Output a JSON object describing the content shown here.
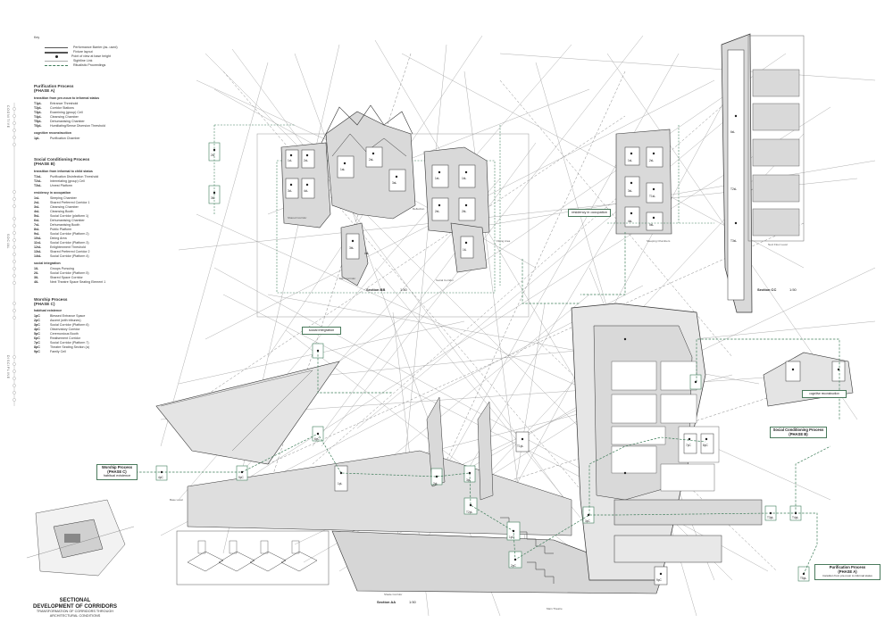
{
  "legend": {
    "heading": "Key",
    "keys": [
      "Performance Barrier (as- used)",
      "Fixture layout",
      "Point of view at base height",
      "Sightline Link",
      "Ritualistic Proceedings"
    ],
    "phase_a": {
      "title": "Purification Process",
      "subtitle": "(PHASE A)",
      "note": "transition from pre-noun to informal status",
      "items": [
        {
          "code": "T1pL",
          "label": "Entrance Threshold"
        },
        {
          "code": "T2pL",
          "label": "Corridor Stations"
        },
        {
          "code": "T3pL",
          "label": "Examining (group) Cell"
        },
        {
          "code": "T4pL",
          "label": "Cleansing Chamber"
        },
        {
          "code": "T5pL",
          "label": "Dehumanising Chamber"
        },
        {
          "code": "T6pL",
          "label": "Humiliating/Sense Diversion Threshold"
        }
      ],
      "sub2": "cognitive reconstruction",
      "items2": [
        {
          "code": "1pL",
          "label": "Purification Chamber"
        }
      ]
    },
    "phase_b": {
      "title": "Social Conditioning Process",
      "subtitle": "(PHASE B)",
      "note": "transition from informal to child status",
      "items": [
        {
          "code": "T1sL",
          "label": "Purification Disinfection Threshold"
        },
        {
          "code": "T2sL",
          "label": "Interrelating (group) Cell"
        },
        {
          "code": "T3sL",
          "label": "Unrest Platform"
        }
      ],
      "sub2": "residency in occupation",
      "items2": [
        {
          "code": "1sL",
          "label": "Sleeping Chamber"
        },
        {
          "code": "2sL",
          "label": "Shared Preferred Corridor 1"
        },
        {
          "code": "3sL",
          "label": "Cleansing Chamber"
        },
        {
          "code": "4sL",
          "label": "Cleansing Booth"
        },
        {
          "code": "5sL",
          "label": "Social Corridor (platform 1)"
        },
        {
          "code": "6sL",
          "label": "Dehumanising Chamber"
        },
        {
          "code": "7sL",
          "label": "Dehumanising Booth"
        },
        {
          "code": "8sL",
          "label": "Public Platform"
        },
        {
          "code": "9sL",
          "label": "Social Corridor (Platform 2)"
        },
        {
          "code": "10sL",
          "label": "Dining Area"
        },
        {
          "code": "11sL",
          "label": "Social Corridor (Platform 3)"
        },
        {
          "code": "12sL",
          "label": "Enlightenment Threshold"
        },
        {
          "code": "13sL",
          "label": "Shared Preferred Corridor 2"
        },
        {
          "code": "14sL",
          "label": "Social Corridor (Platform 4)"
        }
      ],
      "sub3": "social integration",
      "items3": [
        {
          "code": "1iL",
          "label": "Groups Pursuing"
        },
        {
          "code": "2iL",
          "label": "Social Corridor (Platform 5)"
        },
        {
          "code": "3iL",
          "label": "Shared Space Corridor"
        },
        {
          "code": "4iL",
          "label": "Next Theatre Space Seating Element 1"
        }
      ]
    },
    "phase_c": {
      "title": "Worship Process",
      "subtitle": "(PHASE C)",
      "note": "habitual existence",
      "items": [
        {
          "code": "1pC",
          "label": "Blessed Entrance Space"
        },
        {
          "code": "2pC",
          "label": "Ascent (with tribunes)"
        },
        {
          "code": "3pC",
          "label": "Social Corridor (Platform 6)"
        },
        {
          "code": "4pC",
          "label": "Observatory Corridor"
        },
        {
          "code": "5pC",
          "label": "Ceremonious Booth"
        },
        {
          "code": "6pC",
          "label": "Realisement Corridor"
        },
        {
          "code": "7pC",
          "label": "Social Corridor (Platform 7)"
        },
        {
          "code": "8pC",
          "label": "Theatre Seating Section (a)"
        },
        {
          "code": "9pC",
          "label": "Family Cell"
        }
      ]
    }
  },
  "vertical_labels": [
    "COGNITIVE",
    "SOCIAL",
    "DISCIPLINE"
  ],
  "title_block": {
    "line1": "SECTIONAL",
    "line2": "DEVELOPMENT OF CORRIDORS",
    "line3": "TRANSFORMATION OF CORRIDORS THROUGH",
    "line4": "ARCHITECTURAL CONDITIONS"
  },
  "sections": {
    "bb": {
      "label": "Section BB",
      "scale": "1:50"
    },
    "cc": {
      "label": "Section CC",
      "scale": "1:50"
    },
    "aa": {
      "label": "Section AA",
      "scale": "1:50"
    }
  },
  "boxes": {
    "worship": {
      "title": "Worship Process",
      "phase": "(PHASE C)",
      "note": "habitual existence"
    },
    "social": {
      "title": "Social Conditioning Process",
      "phase": "(PHASE B)"
    },
    "purification": {
      "title": "Purification Process",
      "phase": "(PHASE A)",
      "note": "transition from pre-noun to informal status"
    },
    "residency": {
      "label": "residency in occupation"
    },
    "integration": {
      "label": "social integration"
    },
    "cognitive": {
      "label": "cognitive reconstruction"
    }
  },
  "annotations": {
    "shared_corridor": "Shared Corridor",
    "social_corridor": "Social Corridor",
    "reflection": "Reflection",
    "fitting_area": "Fitting Area",
    "sleeping_chambers": "Sleeping Chambers",
    "base_level": "Base Level",
    "main_theatre": "Main Theatre",
    "next_floor": "Next Floor Level",
    "shade_corridor": "Shade Corridor",
    "main_corridor": "Main Corridor"
  },
  "nodes": {
    "bb": [
      "1cL",
      "2cL",
      "3cL",
      "4cL",
      "1aL",
      "2aL",
      "3aL",
      "4aL",
      "1eL",
      "2eL",
      "1bL",
      "2bL",
      "3bL",
      "1tL",
      "2tL",
      "3tL"
    ],
    "cc": [
      "1sL",
      "2sL",
      "3sL",
      "T1sL",
      "4sL",
      "5sL",
      "6sL",
      "T2sL",
      "T3sL"
    ],
    "aa": [
      "1pL",
      "2pL",
      "3pL",
      "T1pL",
      "T2pL",
      "1pC",
      "2pC",
      "3pC",
      "4pC",
      "5pC",
      "6pC",
      "7pC",
      "8pC",
      "9pC",
      "T3pL",
      "T4pL",
      "T5pL"
    ]
  },
  "colors": {
    "path_green": "#3f7d5a",
    "wall_grey": "#d9d9d9",
    "line_dark": "#333333",
    "thin_line": "#8a8a8a"
  }
}
